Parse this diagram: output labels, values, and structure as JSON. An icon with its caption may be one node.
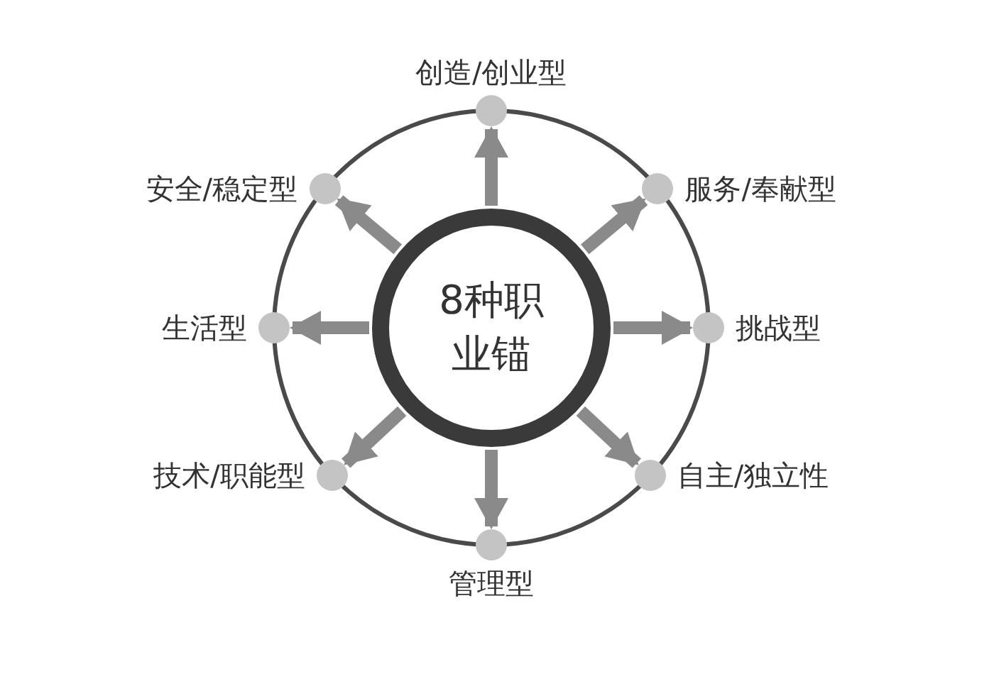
{
  "diagram": {
    "nodes": [
      {
        "text": [
          "8种职业锚"
        ]
      },
      {
        "text": [
          "创造/创业型"
        ]
      },
      {
        "text": [
          "安全/稳定型"
        ]
      },
      {
        "text": [
          "服务/奉献型"
        ]
      },
      {
        "text": [
          "生活型"
        ]
      },
      {
        "text": [
          "挑战型"
        ]
      },
      {
        "text": [
          "技术/职能型"
        ]
      },
      {
        "text": [
          "自主/独立性"
        ]
      },
      {
        "text": [
          "管理型"
        ]
      }
    ],
    "edges": [
      {
        "from": 0,
        "to": 1,
        "arrow": "to"
      },
      {
        "from": 0,
        "to": 2,
        "arrow": "to"
      },
      {
        "from": 0,
        "to": 3,
        "arrow": "to"
      },
      {
        "from": 0,
        "to": 4,
        "arrow": "to"
      },
      {
        "from": 0,
        "to": 5,
        "arrow": "to"
      },
      {
        "from": 0,
        "to": 6,
        "arrow": "to"
      },
      {
        "from": 0,
        "to": 7,
        "arrow": "to"
      },
      {
        "from": 0,
        "to": 8,
        "arrow": "to"
      }
    ]
  }
}
